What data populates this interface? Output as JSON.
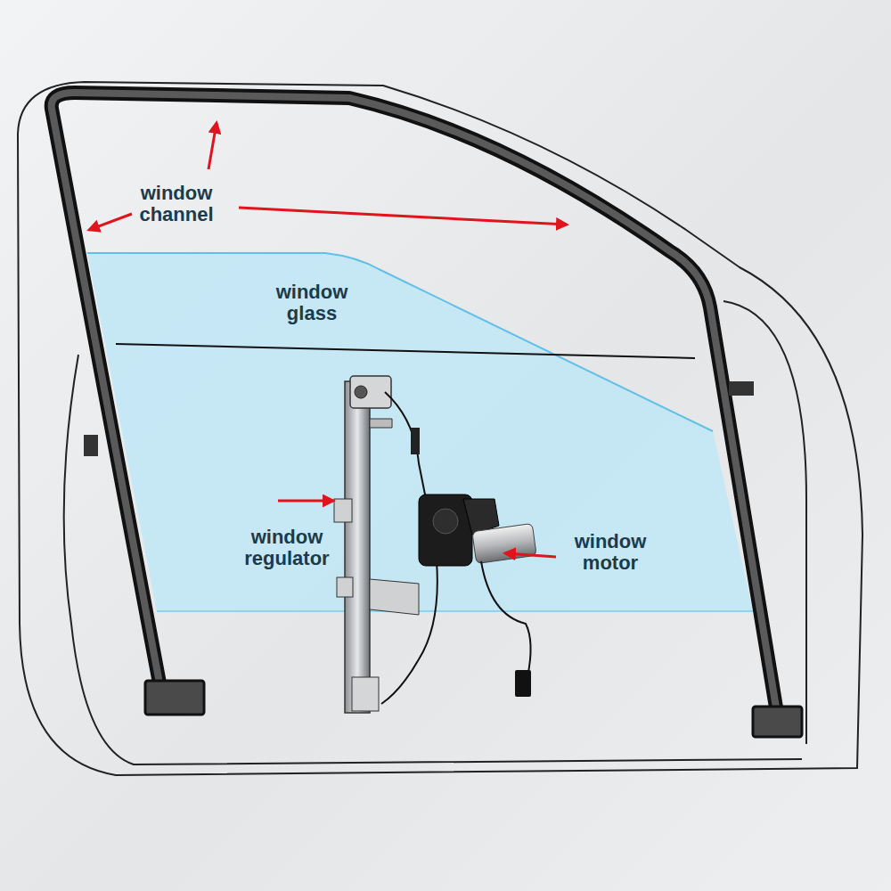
{
  "diagram": {
    "labels": [
      "window channel",
      "window glass",
      "window regulator",
      "window motor"
    ]
  }
}
